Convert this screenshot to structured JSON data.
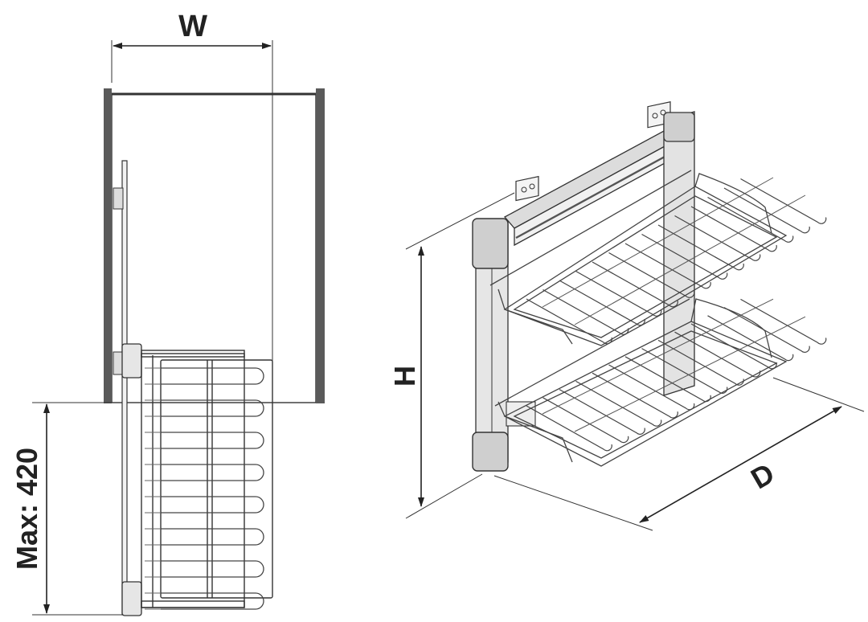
{
  "labels": {
    "width": "W",
    "height": "H",
    "depth": "D",
    "max_extension": "Max: 420"
  },
  "colors": {
    "line": "#333333",
    "cabinet_fill": "#ffffff",
    "side_panel": "#555555",
    "post_fill": "#e2e2e2"
  }
}
